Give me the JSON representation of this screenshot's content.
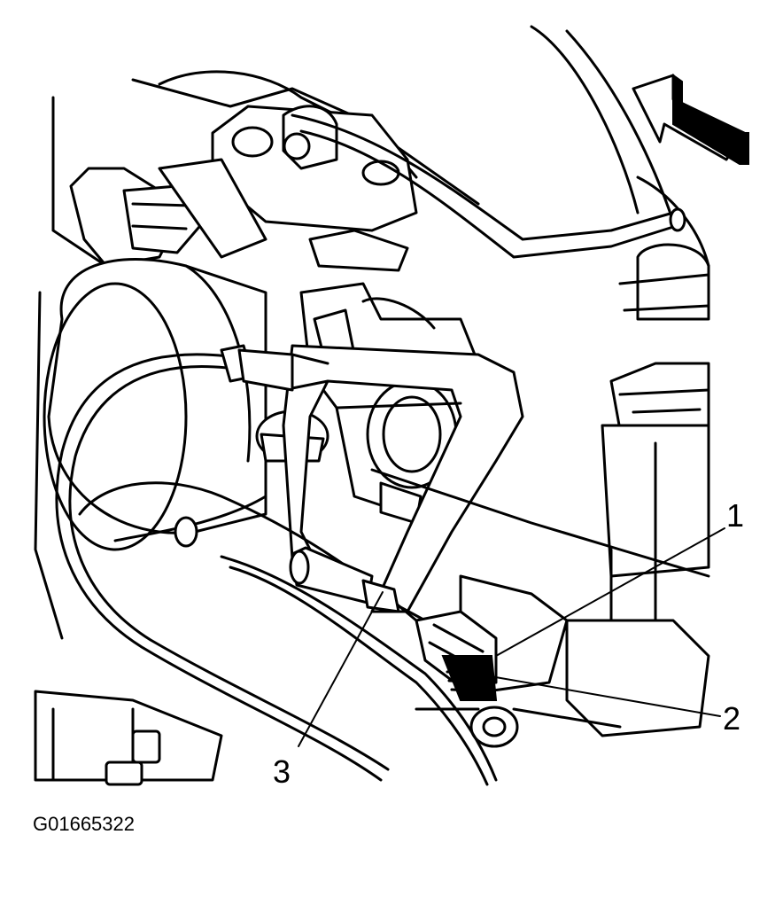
{
  "figure": {
    "figure_id": "G01665322",
    "callouts": [
      {
        "id": "callout-1",
        "text": "1"
      },
      {
        "id": "callout-2",
        "text": "2"
      },
      {
        "id": "callout-3",
        "text": "3"
      }
    ],
    "icons": {
      "direction": "front-direction-arrow-icon"
    },
    "colors": {
      "ink": "#000000",
      "paper": "#ffffff"
    }
  }
}
